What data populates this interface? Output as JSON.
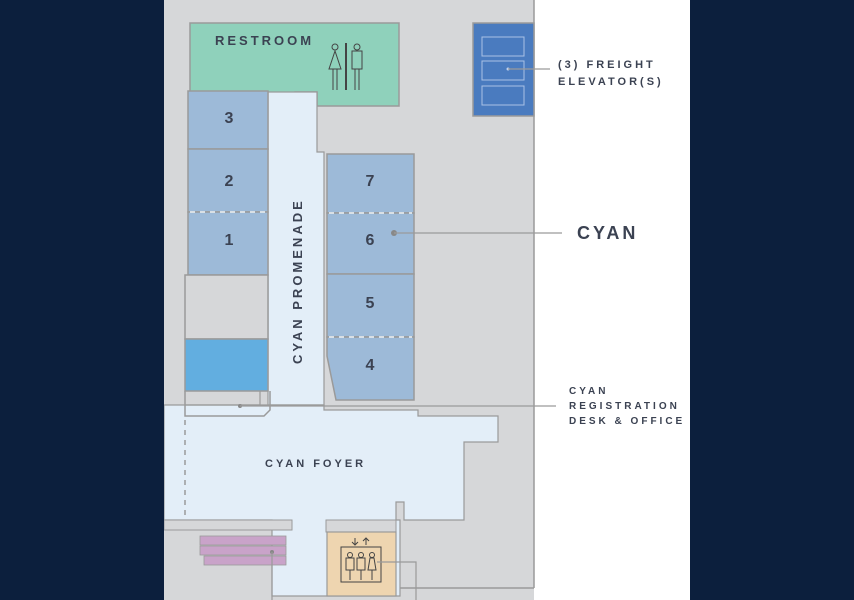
{
  "map": {
    "title": "Cyan floor plan",
    "colors": {
      "background": "#0c1f3d",
      "page": "#ffffff",
      "building": "#d6d7d9",
      "wall": "#9a9a9a",
      "restroom": "#8fd1bb",
      "meeting_room": "#9dbad8",
      "corridor": "#e3eef8",
      "freight_elevator": "#4a7bbf",
      "service_room": "#62aee0",
      "escalator": "#c9a3c9",
      "elevator": "#eed5b0",
      "text": "#3b4252"
    },
    "areas": {
      "restroom": "RESTROOM",
      "promenade": "CYAN PROMENADE",
      "foyer": "CYAN FOYER"
    },
    "rooms": [
      {
        "id": "3",
        "label": "3"
      },
      {
        "id": "2",
        "label": "2"
      },
      {
        "id": "1",
        "label": "1"
      },
      {
        "id": "7",
        "label": "7"
      },
      {
        "id": "6",
        "label": "6"
      },
      {
        "id": "5",
        "label": "5"
      },
      {
        "id": "4",
        "label": "4"
      }
    ],
    "callouts": {
      "freight_line1": "(3) FREIGHT",
      "freight_line2": "ELEVATOR(S)",
      "cyan": "CYAN",
      "reg_line1": "CYAN",
      "reg_line2": "REGISTRATION",
      "reg_line3": "DESK & OFFICE"
    },
    "icons": {
      "restroom": "restroom-icon",
      "elevator": "passenger-elevator-icon",
      "freight": "freight-elevator-icon",
      "escalator": "escalator-icon"
    }
  }
}
